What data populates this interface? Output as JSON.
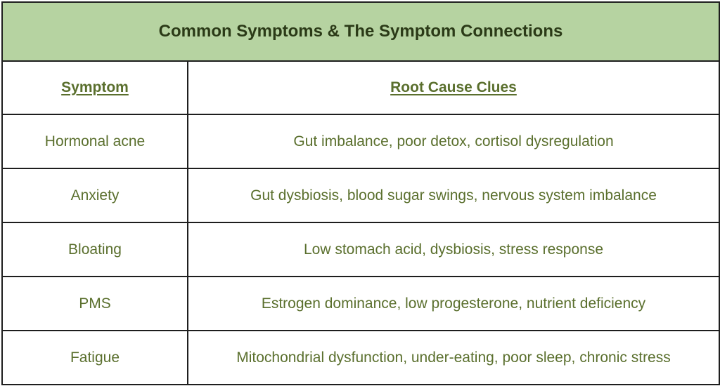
{
  "title": "Common Symptoms & The Symptom Connections",
  "columns": {
    "symptom": "Symptom",
    "root_cause": "Root Cause Clues"
  },
  "rows": [
    {
      "symptom": "Hormonal acne",
      "root_cause": "Gut imbalance, poor detox, cortisol dysregulation"
    },
    {
      "symptom": "Anxiety",
      "root_cause": "Gut dysbiosis, blood sugar swings, nervous system imbalance"
    },
    {
      "symptom": "Bloating",
      "root_cause": "Low stomach acid, dysbiosis, stress response"
    },
    {
      "symptom": "PMS",
      "root_cause": "Estrogen dominance, low progesterone, nutrient deficiency"
    },
    {
      "symptom": "Fatigue",
      "root_cause": "Mitochondrial dysfunction, under-eating, poor sleep, chronic stress"
    }
  ],
  "colors": {
    "title_background": "#b6d3a1",
    "text": "#5a6f2d",
    "border": "#1e1e1e"
  }
}
